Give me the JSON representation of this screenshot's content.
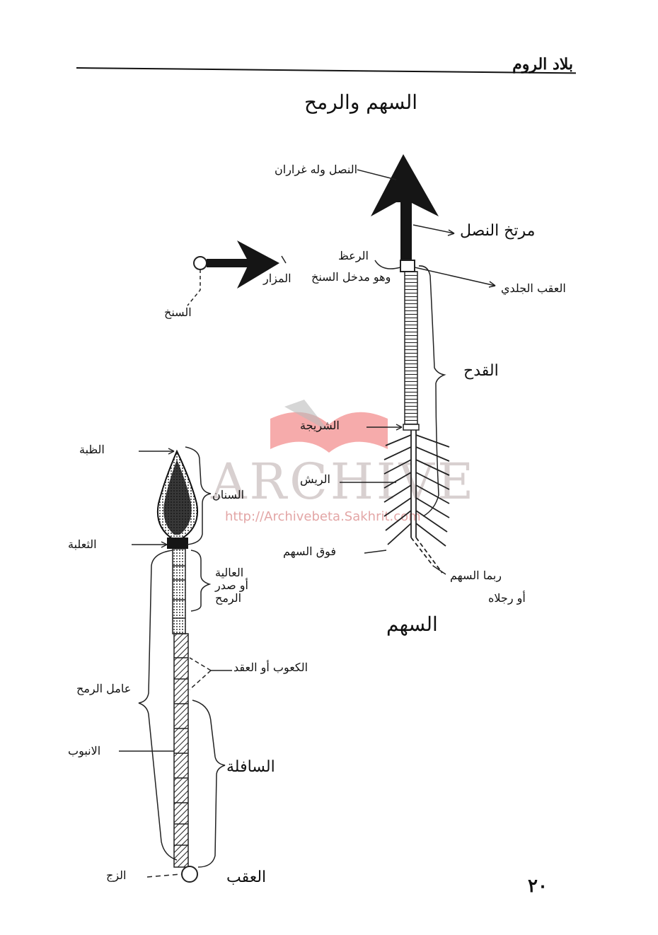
{
  "header": {
    "book_title": "بلاد الروم",
    "page_number": "٢٠"
  },
  "figure_title": "السهم والرمح",
  "watermark": {
    "title": "ARCHIVE",
    "url": "http://Archivebeta.Sakhrit.com",
    "accent_color": "#ee6666"
  },
  "arrow": {
    "caption": "السهم",
    "labels": {
      "blade": "النصل وله غراران",
      "blade_socket": "مرتخ النصل",
      "binding": "الرعظ",
      "binding_note": "وهو مدخل السنخ",
      "leather_heel": "العقب الجلدي",
      "shaft": "القدح",
      "band": "الشريجة",
      "feathers": "الريش",
      "nock": "فوق السهم",
      "nock_sides": "ربما السهم",
      "nock_sides_2": "أو رجلاه"
    }
  },
  "arrowhead_detail": {
    "tang": "السنخ",
    "shoulder": "المزار"
  },
  "spear": {
    "labels": {
      "tip": "الظبة",
      "blade": "السنان",
      "neck": "الثعلبة",
      "upper": "العالية",
      "upper_note": "أو صدر",
      "upper_note_2": "الرمح",
      "joints": "الكعوب أو العقد",
      "middle": "عامل الرمح",
      "tube": "الانبوب",
      "lower": "السافلة",
      "butt": "الزج",
      "butt_end": "العقب"
    }
  }
}
